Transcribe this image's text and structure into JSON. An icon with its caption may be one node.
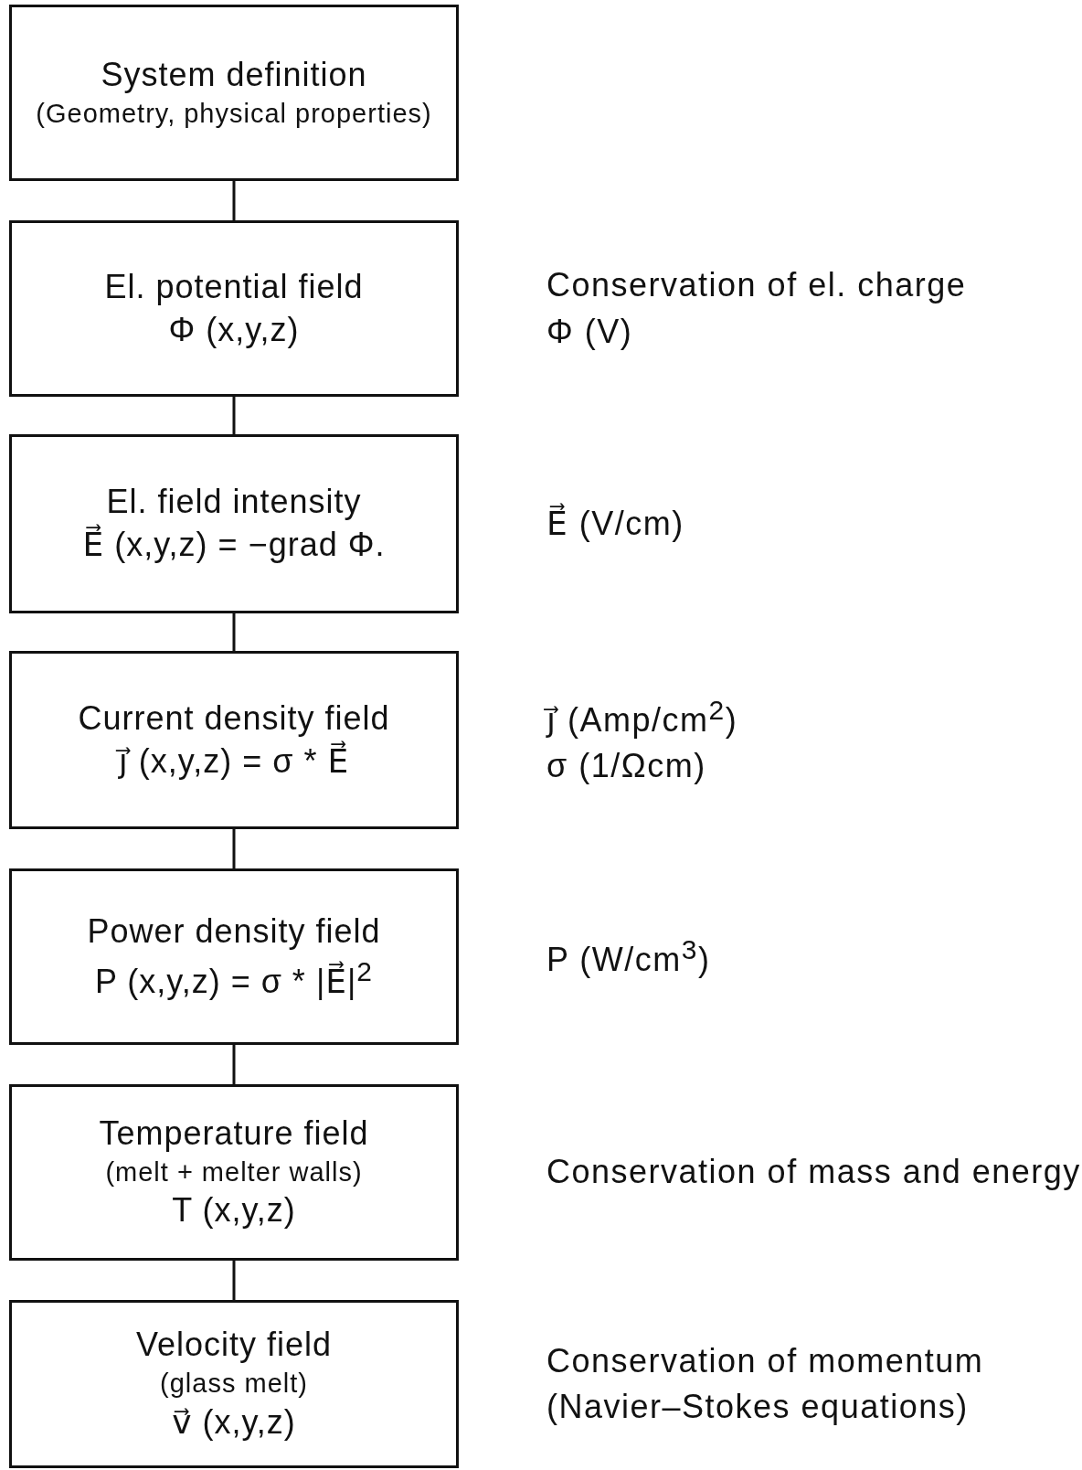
{
  "diagram": {
    "nodes": [
      {
        "text": [
          "System definition",
          "(Geometry, physical properties)"
        ]
      },
      {
        "text": [
          "El. potential field",
          "Φ (x,y,z)"
        ],
        "beside": [
          "Conservation of el. charge",
          "Φ (V)"
        ]
      },
      {
        "text": [
          "El. field intensity",
          "E⃗ (x,y,z) = −grad Φ."
        ],
        "beside": [
          "E⃗ (V/cm)"
        ]
      },
      {
        "text": [
          "Current density field",
          "j⃗ (x,y,z) = σ * E⃗"
        ],
        "beside": [
          "j⃗ (Amp/cm$^{2}$)",
          "σ (1/Ωcm)"
        ]
      },
      {
        "text": [
          "Power density field",
          "P (x,y,z) = σ * |E⃗|$^{2}$"
        ],
        "beside": [
          "P (W/cm$^{3}$)"
        ]
      },
      {
        "text": [
          "Temperature field",
          "(melt + melter walls)",
          "T (x,y,z)"
        ],
        "beside": [
          "Conservation of mass and energy"
        ]
      },
      {
        "text": [
          "Velocity field",
          "(glass melt)",
          "v⃗ (x,y,z)"
        ],
        "beside": [
          "Conservation of momentum",
          "(Navier–Stokes equations)"
        ]
      }
    ],
    "edges": [
      {
        "from": 0,
        "to": 1,
        "arrow": "none"
      },
      {
        "from": 1,
        "to": 2,
        "arrow": "none"
      },
      {
        "from": 2,
        "to": 3,
        "arrow": "none"
      },
      {
        "from": 3,
        "to": 4,
        "arrow": "none"
      },
      {
        "from": 4,
        "to": 5,
        "arrow": "none"
      },
      {
        "from": 5,
        "to": 6,
        "arrow": "none"
      }
    ]
  }
}
